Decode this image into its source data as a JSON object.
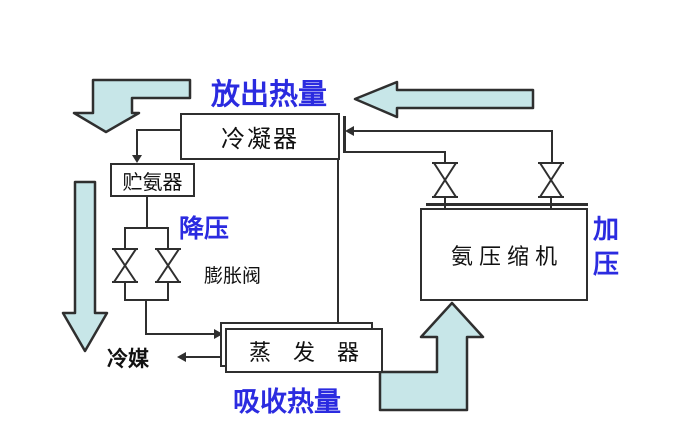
{
  "diagram": {
    "type": "process-flow",
    "subject": "ammonia compression refrigeration cycle",
    "components": {
      "condenser": "冷凝器",
      "receiver": "贮氨器",
      "evaporator": "蒸　发　器",
      "compressor": "氨 压 缩 机"
    },
    "labels": {
      "release_heat": "放出热量",
      "absorb_heat": "吸收热量",
      "decompress": "降压",
      "pressurize": "加压",
      "expansion_valve": "膨胀阀",
      "refrigerant": "冷媒"
    },
    "colors": {
      "arrow_fill": "#c7e6e8",
      "line": "#2f2f2f",
      "blue_text": "#2b2be0",
      "black_text": "#111111",
      "background": "#ffffff"
    },
    "valves": {
      "expansion_valve_count": 2,
      "compressor_inlet_valve_count": 2
    }
  }
}
